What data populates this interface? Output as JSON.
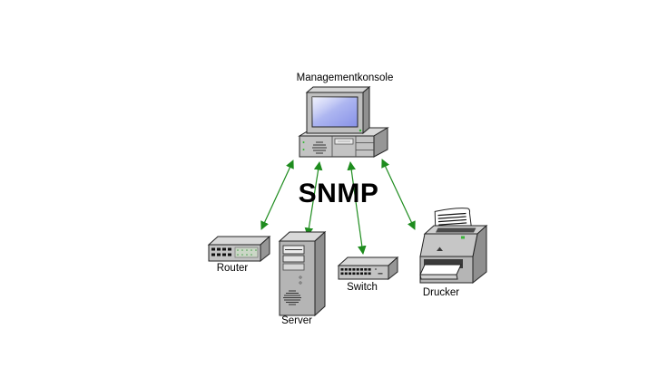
{
  "diagram": {
    "description": "SNMP network management diagram",
    "console": {
      "label": "Managementkonsole"
    },
    "protocol": {
      "label": "SNMP"
    },
    "devices": [
      {
        "id": "router",
        "label": "Router"
      },
      {
        "id": "server",
        "label": "Server"
      },
      {
        "id": "switch",
        "label": "Switch"
      },
      {
        "id": "printer",
        "label": "Drucker"
      }
    ],
    "connections": [
      {
        "from": "console",
        "to": "router",
        "bidirectional": true
      },
      {
        "from": "console",
        "to": "server",
        "bidirectional": true
      },
      {
        "from": "console",
        "to": "switch",
        "bidirectional": true
      },
      {
        "from": "console",
        "to": "printer",
        "bidirectional": true
      }
    ],
    "colors": {
      "arrow": "#1e8c1e",
      "protocol_text": "#2e8b2e",
      "device_front": "#c3c3c3",
      "device_top": "#d9d9d9",
      "device_side": "#949494",
      "screen_blue": "#99a3ec",
      "label_text": "#000000",
      "background": "#ffffff"
    }
  }
}
